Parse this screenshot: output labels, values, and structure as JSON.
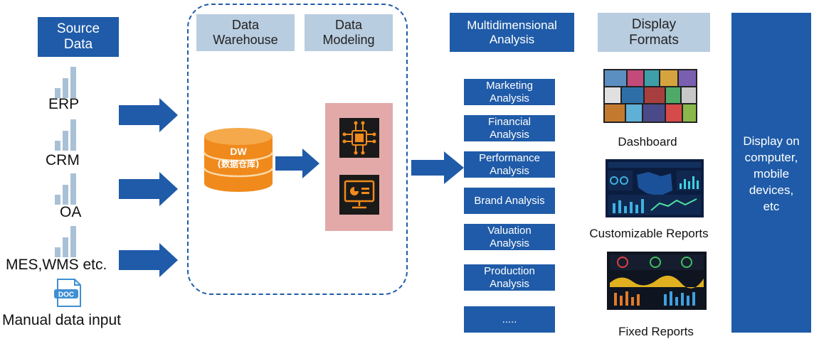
{
  "headers": {
    "source": "Source\nData",
    "warehouse": "Data\nWarehouse",
    "modeling": "Data\nModeling",
    "multidim": "Multidimensional\nAnalysis",
    "formats": "Display\nFormats"
  },
  "sources": [
    "ERP",
    "CRM",
    "OA",
    "MES,WMS etc."
  ],
  "manual": {
    "icon_text": "DOC",
    "label": "Manual data input"
  },
  "dw": {
    "line1": "DW",
    "line2": "(数据仓库)"
  },
  "analyses": [
    "Marketing\nAnalysis",
    "Financial\nAnalysis",
    "Performance\nAnalysis",
    "Brand Analysis",
    "Valuation\nAnalysis",
    "Production\nAnalysis",
    "....."
  ],
  "formats": [
    "Dashboard",
    "Customizable Reports",
    "Fixed Reports"
  ],
  "display": "Display on\ncomputer,\nmobile\ndevices,\netc",
  "colors": {
    "primary": "#1f5ba8",
    "light": "#b9cde0",
    "accent": "#f08a1c",
    "modelBg": "#e3a9a9"
  }
}
